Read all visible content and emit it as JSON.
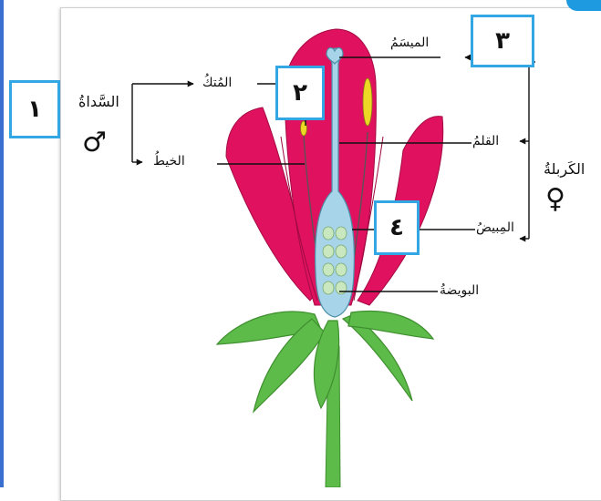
{
  "boxes": {
    "one": "١",
    "two": "٢",
    "three": "٣",
    "four": "٤"
  },
  "labels": {
    "stamen": "السَّداةُ",
    "anther": "المُتكُ",
    "filament": "الخيطُ",
    "stigma": "الميسَمُ",
    "style": "القلمُ",
    "carpel": "الكَربلةُ",
    "ovary": "المِبيضُ",
    "ovule": "البويضةُ"
  },
  "symbols": {
    "male": "♂",
    "female": "♀"
  },
  "colors": {
    "petal": "#e0125f",
    "sepal": "#5dbb4a",
    "pistil": "#a7d4e8",
    "anther": "#ecd825",
    "box_border": "#33a6e4"
  }
}
